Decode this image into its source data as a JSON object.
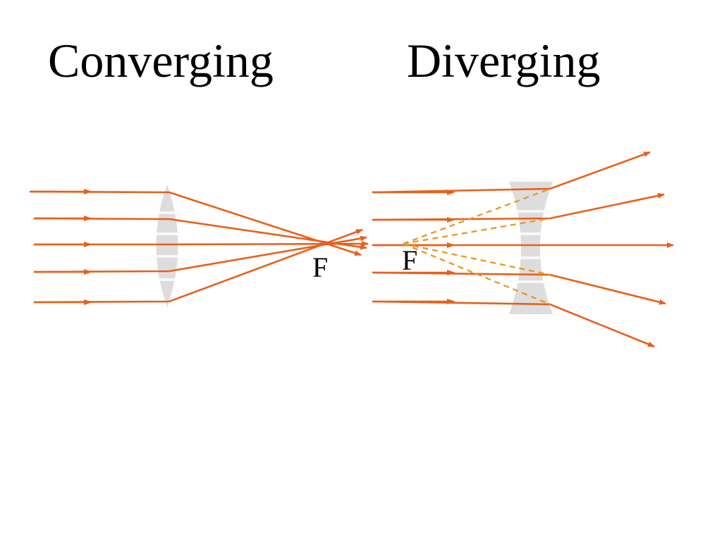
{
  "titles": {
    "converging": "Converging",
    "diverging": "Diverging"
  },
  "labels": {
    "focus_left": "F",
    "focus_right": "F"
  },
  "colors": {
    "ray": "#e8601c",
    "virtual_ray": "#e89a2c",
    "lens": "#c8c8c8",
    "text": "#000000",
    "background": "#ffffff"
  }
}
